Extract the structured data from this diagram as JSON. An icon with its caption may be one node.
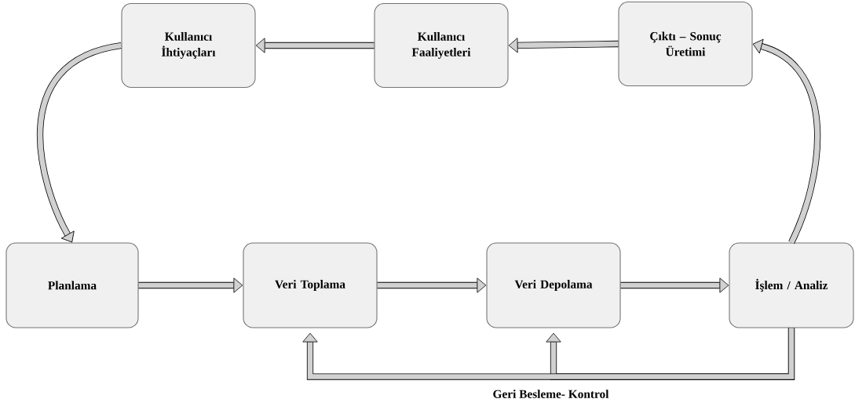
{
  "diagram": {
    "nodes": [
      {
        "text": [
          "Kullanıcı İhtiyaçları"
        ]
      },
      {
        "text": [
          "Kullanıcı Faaliyetleri"
        ]
      },
      {
        "text": [
          "Çıktı – Sonuç Üretimi"
        ]
      },
      {
        "text": [
          "Planlama"
        ]
      },
      {
        "text": [
          "Veri Toplama"
        ]
      },
      {
        "text": [
          "Veri Depolama"
        ]
      },
      {
        "text": [
          "İşlem / Analiz"
        ]
      }
    ],
    "edges": [
      {
        "from": 2,
        "to": 1,
        "arrow": "to"
      },
      {
        "from": 1,
        "to": 0,
        "arrow": "to"
      },
      {
        "from": 0,
        "to": 3,
        "arrow": "to"
      },
      {
        "from": 3,
        "to": 4,
        "arrow": "to"
      },
      {
        "from": 4,
        "to": 5,
        "arrow": "to"
      },
      {
        "from": 5,
        "to": 6,
        "arrow": "to"
      },
      {
        "from": 6,
        "to": 2,
        "arrow": "to"
      },
      {
        "from": 6,
        "to": 5,
        "arrow": "to"
      },
      {
        "from": 6,
        "to": 4,
        "arrow": "to",
        "label": "Geri Besleme- Kontrol"
      }
    ]
  }
}
